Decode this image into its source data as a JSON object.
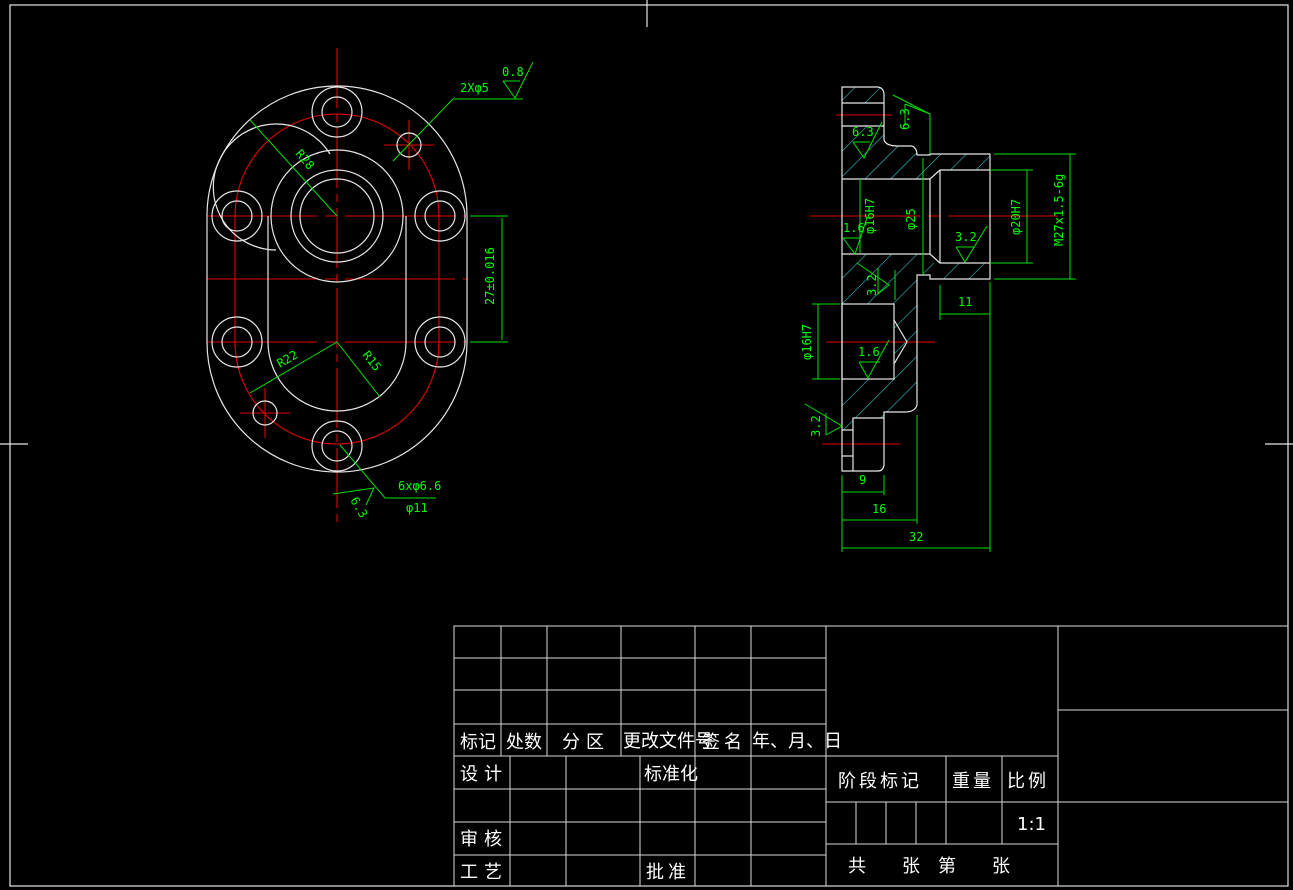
{
  "colors": {
    "background": "#000000",
    "outline": "#e6e6e6",
    "centerline": "#e00000",
    "dimension": "#00e000",
    "hatch": "#2fc8c8"
  },
  "front_view": {
    "dims": {
      "r28": "R28",
      "hole_2x": "2Xφ5",
      "rough_08": "0.8",
      "tol_27": "27±0.016",
      "r22": "R22",
      "r15": "R15",
      "hole_6x": "6xφ6.6",
      "cbore": "φ11",
      "rough_63": "6.3"
    }
  },
  "side_view": {
    "dims": {
      "rough_top": "6.3",
      "rough_hole": "6.3",
      "rough_bore": "1.6",
      "phi16_bore": "φ16H7",
      "phi25": "φ25",
      "phi20": "φ20H7",
      "thread": "M27x1.5-6g",
      "rough_inner": "3.2",
      "rough_mid": "3.2",
      "dim_11": "11",
      "phi16_lower": "φ16H7",
      "rough_lower": "1.6",
      "rough_left": "3.2",
      "dim_9": "9",
      "dim_16": "16",
      "dim_32": "32"
    }
  },
  "title_block": {
    "mark": "标记",
    "count": "处数",
    "zone": "分区",
    "change_doc": "更改文件号",
    "sign": "签名",
    "date": "年、月、日",
    "design": "设计",
    "standardize": "标准化",
    "review": "审核",
    "process": "工艺",
    "approve": "批准",
    "stage_mark": "阶段标记",
    "weight": "重量",
    "scale": "比例",
    "scale_value": "1:1",
    "sheets": "共　　张　第　　张"
  }
}
